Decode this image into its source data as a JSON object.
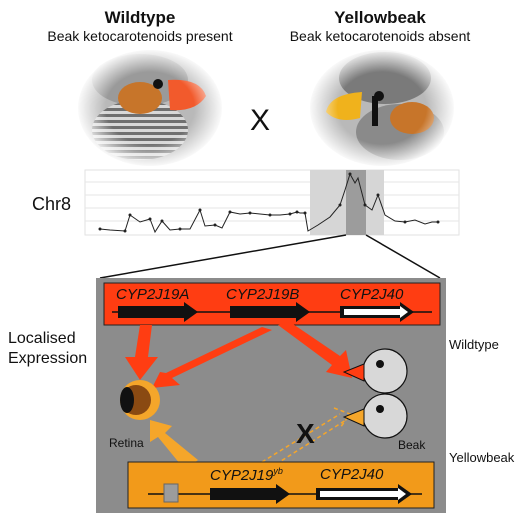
{
  "wildtype": {
    "title": "Wildtype",
    "subtitle": "Beak ketocarotenoids present"
  },
  "yellowbeak": {
    "title": "Yellowbeak",
    "subtitle": "Beak ketocarotenoids absent"
  },
  "cross_symbol": "X",
  "chromosome_label": "Chr8",
  "genes_wildtype": {
    "g1": "CYP2J19A",
    "g2": "CYP2J19B",
    "g3": "CYP2J40"
  },
  "genes_yellowbeak": {
    "g1_base": "CYP2J19",
    "g1_sup": "yb",
    "g2": "CYP2J40"
  },
  "labels": {
    "localised_expression_line1": "Localised",
    "localised_expression_line2": "Expression",
    "retina": "Retina",
    "beak": "Beak",
    "wildtype_side": "Wildtype",
    "yellowbeak_side": "Yellowbeak",
    "block_mark": "X"
  },
  "colors": {
    "wildtype_box": "#ff3d12",
    "yellowbeak_box": "#f29a1a",
    "panel": "#8c8c8c",
    "arrow_red": "#ff3d12",
    "arrow_orange": "#f5a62a"
  }
}
